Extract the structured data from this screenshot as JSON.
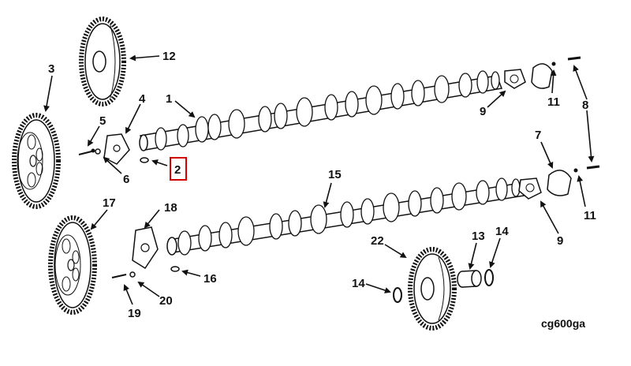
{
  "diagram": {
    "caption": "cg600ga",
    "highlight_color": "#d40000",
    "line_color": "#111111",
    "callouts": [
      {
        "id": "c12",
        "text": "12"
      },
      {
        "id": "c3",
        "text": "3"
      },
      {
        "id": "c1",
        "text": "1"
      },
      {
        "id": "c4",
        "text": "4"
      },
      {
        "id": "c5",
        "text": "5"
      },
      {
        "id": "c6",
        "text": "6"
      },
      {
        "id": "c2",
        "text": "2",
        "highlighted": true
      },
      {
        "id": "c9a",
        "text": "9"
      },
      {
        "id": "c11a",
        "text": "11"
      },
      {
        "id": "c8",
        "text": "8"
      },
      {
        "id": "c7",
        "text": "7"
      },
      {
        "id": "c11b",
        "text": "11"
      },
      {
        "id": "c9b",
        "text": "9"
      },
      {
        "id": "c15",
        "text": "15"
      },
      {
        "id": "c17",
        "text": "17"
      },
      {
        "id": "c18",
        "text": "18"
      },
      {
        "id": "c16",
        "text": "16"
      },
      {
        "id": "c20",
        "text": "20"
      },
      {
        "id": "c19",
        "text": "19"
      },
      {
        "id": "c22",
        "text": "22"
      },
      {
        "id": "c13",
        "text": "13"
      },
      {
        "id": "c14a",
        "text": "14"
      },
      {
        "id": "c14b",
        "text": "14"
      }
    ]
  }
}
